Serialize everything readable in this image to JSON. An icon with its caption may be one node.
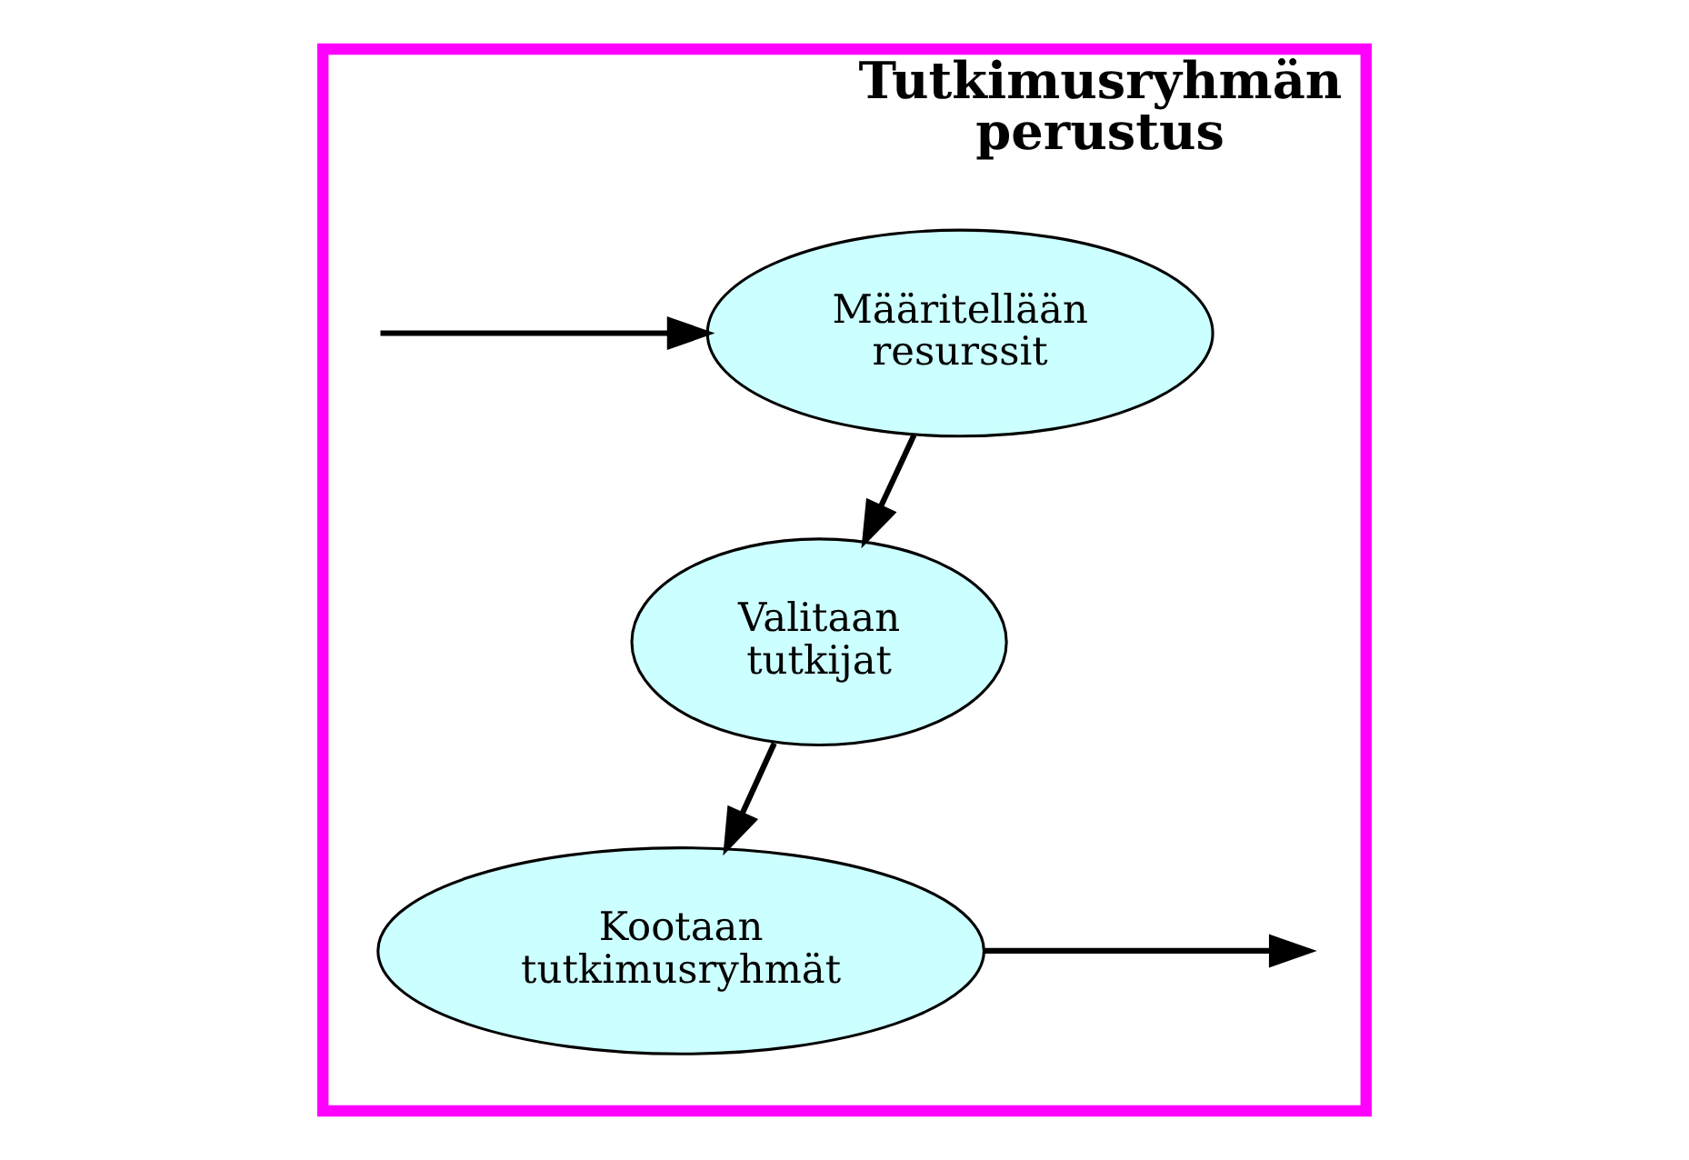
{
  "diagram": {
    "nodes": [
      {
        "text": [
          "Tutkimusryhmän perustus"
        ]
      },
      {
        "text": [
          "Määritellään resurssit"
        ],
        "in": 0
      },
      {
        "text": [
          "Valitaan tutkijat"
        ],
        "in": 0
      },
      {
        "text": [
          "Kootaan tutkimusryhmät"
        ],
        "in": 0
      }
    ],
    "edges": [
      {
        "from": null,
        "to": 1,
        "arrow": "to"
      },
      {
        "from": 1,
        "to": 2,
        "arrow": "to"
      },
      {
        "from": 2,
        "to": 3,
        "arrow": "to"
      },
      {
        "from": 3,
        "to": null,
        "arrow": "to"
      }
    ]
  }
}
